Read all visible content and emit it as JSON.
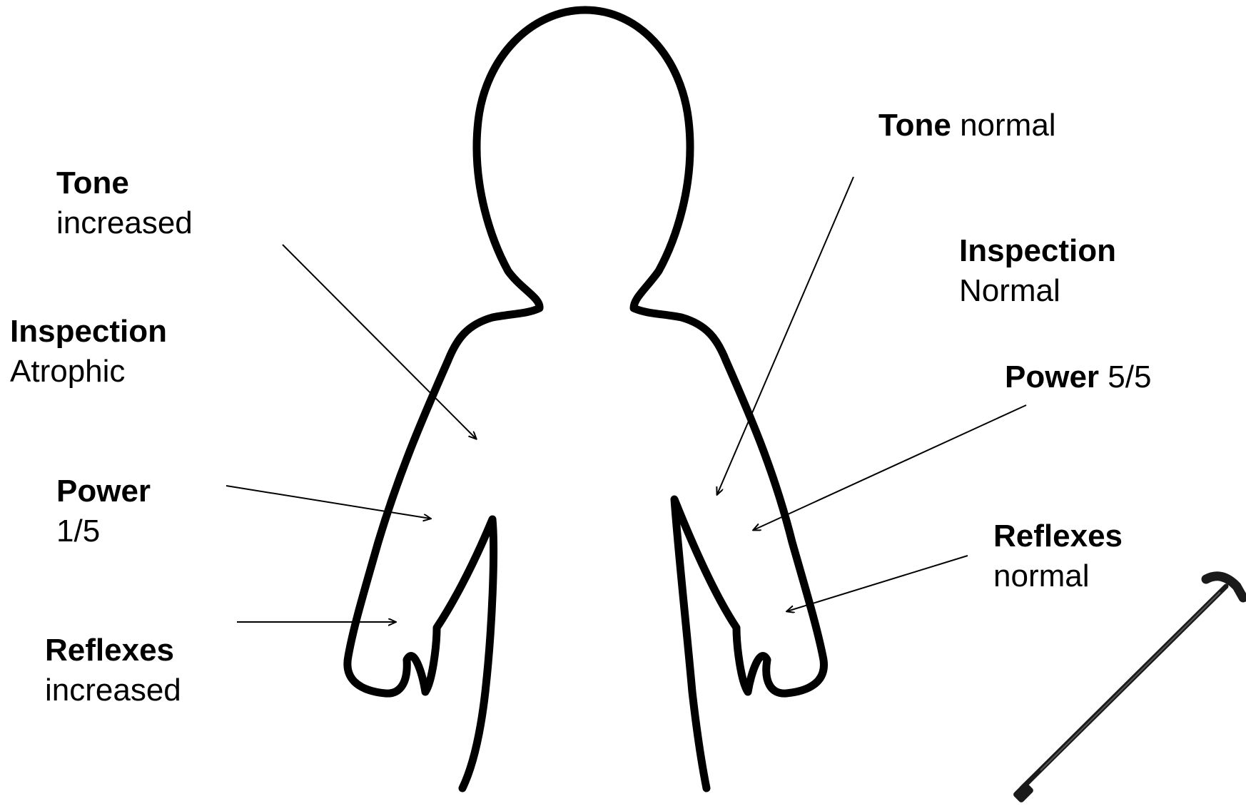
{
  "left_side": {
    "tone": {
      "heading": "Tone",
      "value": "increased"
    },
    "inspection": {
      "heading": "Inspection",
      "value": "Atrophic"
    },
    "power": {
      "heading": "Power",
      "value": "1/5"
    },
    "reflexes": {
      "heading": "Reflexes",
      "value": "increased"
    }
  },
  "right_side": {
    "tone": {
      "heading": "Tone",
      "value": "normal"
    },
    "inspection": {
      "heading": "Inspection",
      "value": "Normal"
    },
    "power": {
      "heading": "Power",
      "value": "5/5"
    },
    "reflexes": {
      "heading": "Reflexes",
      "value": "normal"
    }
  },
  "colors": {
    "outline": "#000000",
    "background": "#ffffff",
    "cane": "#1a1a1a"
  },
  "icons": [
    "body-outline-icon",
    "walking-cane-icon"
  ]
}
